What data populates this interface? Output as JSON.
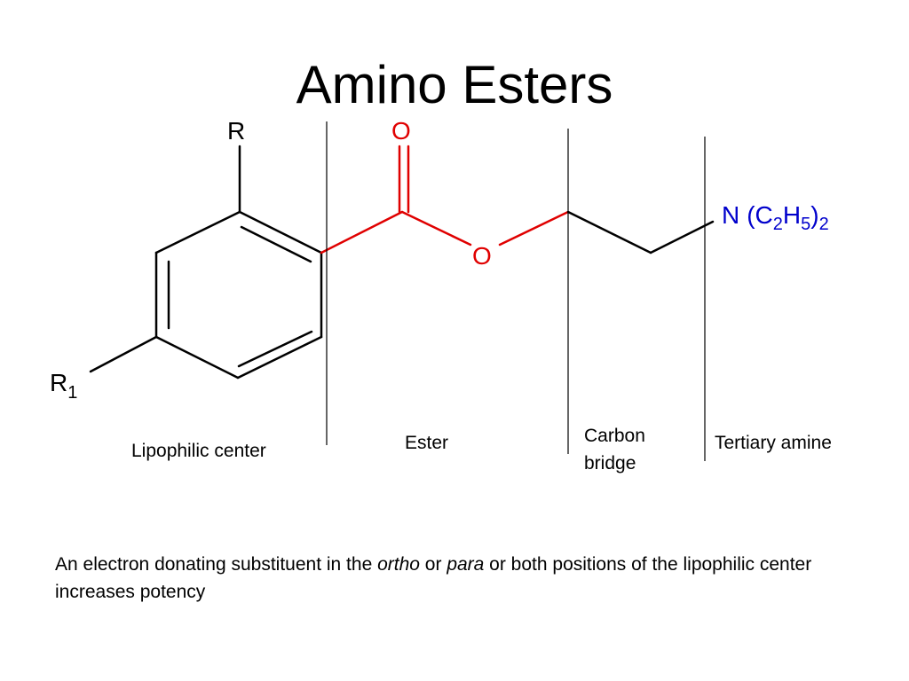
{
  "title": "Amino Esters",
  "structure": {
    "substituent_ortho": "R",
    "substituent_para": "R",
    "substituent_para_subscript": "1",
    "carbonyl_oxygen": "O",
    "ester_oxygen": "O",
    "amine_nitrogen": "N",
    "amine_group": {
      "open": "(C",
      "sub1": "2",
      "mid": "H",
      "sub2": "5",
      "close": ")",
      "sub3": "2"
    }
  },
  "regions": {
    "lipophilic": "Lipophilic center",
    "ester": "Ester",
    "carbon_bridge_line1": "Carbon",
    "carbon_bridge_line2": "bridge",
    "amine": "Tertiary amine"
  },
  "caption": {
    "part1": "An electron donating substituent in the ",
    "italic1": "ortho",
    "part2": " or ",
    "italic2": "para",
    "part3": "  or both positions of the lipophilic center  increases potency"
  },
  "colors": {
    "ester": "#e00000",
    "amine": "#0000cc",
    "bond": "#000000"
  }
}
